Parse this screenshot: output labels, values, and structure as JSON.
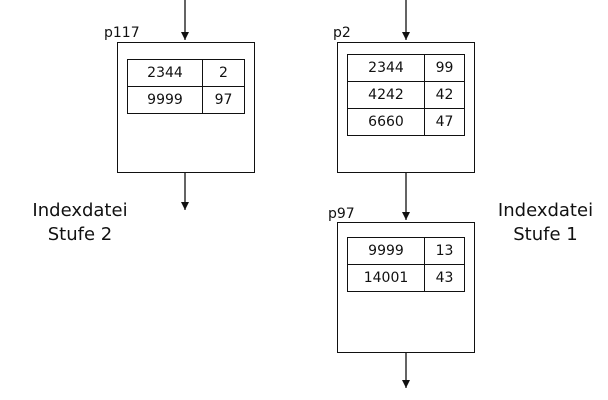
{
  "pages": {
    "p117": {
      "label": "p117",
      "rows": [
        {
          "key": "2344",
          "ptr": "2"
        },
        {
          "key": "9999",
          "ptr": "97"
        }
      ]
    },
    "p2": {
      "label": "p2",
      "rows": [
        {
          "key": "2344",
          "ptr": "99"
        },
        {
          "key": "4242",
          "ptr": "42"
        },
        {
          "key": "6660",
          "ptr": "47"
        }
      ]
    },
    "p97": {
      "label": "p97",
      "rows": [
        {
          "key": "9999",
          "ptr": "13"
        },
        {
          "key": "14001",
          "ptr": "43"
        }
      ]
    }
  },
  "captions": {
    "left": {
      "line1": "Indexdatei",
      "line2": "Stufe 2"
    },
    "right": {
      "line1": "Indexdatei",
      "line2": "Stufe 1"
    }
  }
}
